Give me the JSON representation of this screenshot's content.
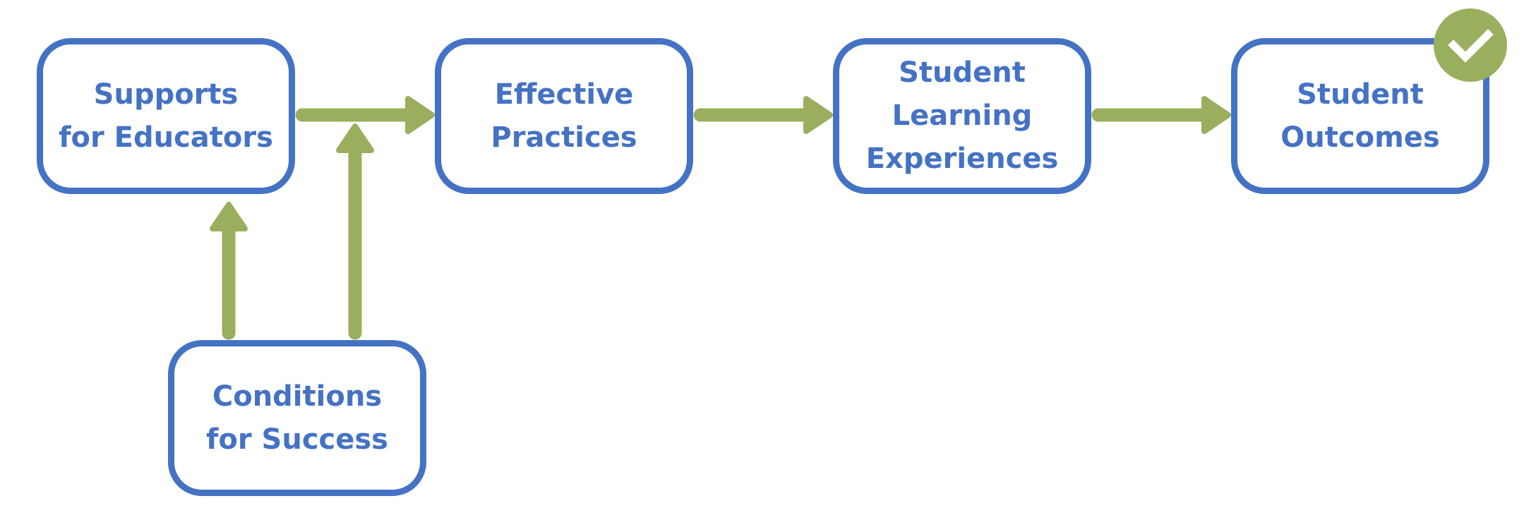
{
  "colors": {
    "box_border": "#4472c4",
    "text": "#4472c4",
    "arrow": "#9aaf5e",
    "badge": "#9aaf5e",
    "check": "#ffffff"
  },
  "boxes": {
    "supports": {
      "line1": "Supports",
      "line2": "for Educators"
    },
    "effective": {
      "line1": "Effective",
      "line2": "Practices"
    },
    "learning": {
      "line1": "Student",
      "line2": "Learning",
      "line3": "Experiences"
    },
    "outcomes": {
      "line1": "Student",
      "line2": "Outcomes"
    },
    "conditions": {
      "line1": "Conditions",
      "line2": "for Success"
    }
  },
  "edges": [
    {
      "from": "Supports for Educators",
      "to": "Effective Practices"
    },
    {
      "from": "Effective Practices",
      "to": "Student Learning Experiences"
    },
    {
      "from": "Student Learning Experiences",
      "to": "Student Outcomes"
    },
    {
      "from": "Conditions for Success",
      "to": "Supports for Educators"
    },
    {
      "from": "Conditions for Success",
      "to": "Effective Practices"
    }
  ],
  "icons": {
    "badge": "checkmark-circle-icon"
  }
}
